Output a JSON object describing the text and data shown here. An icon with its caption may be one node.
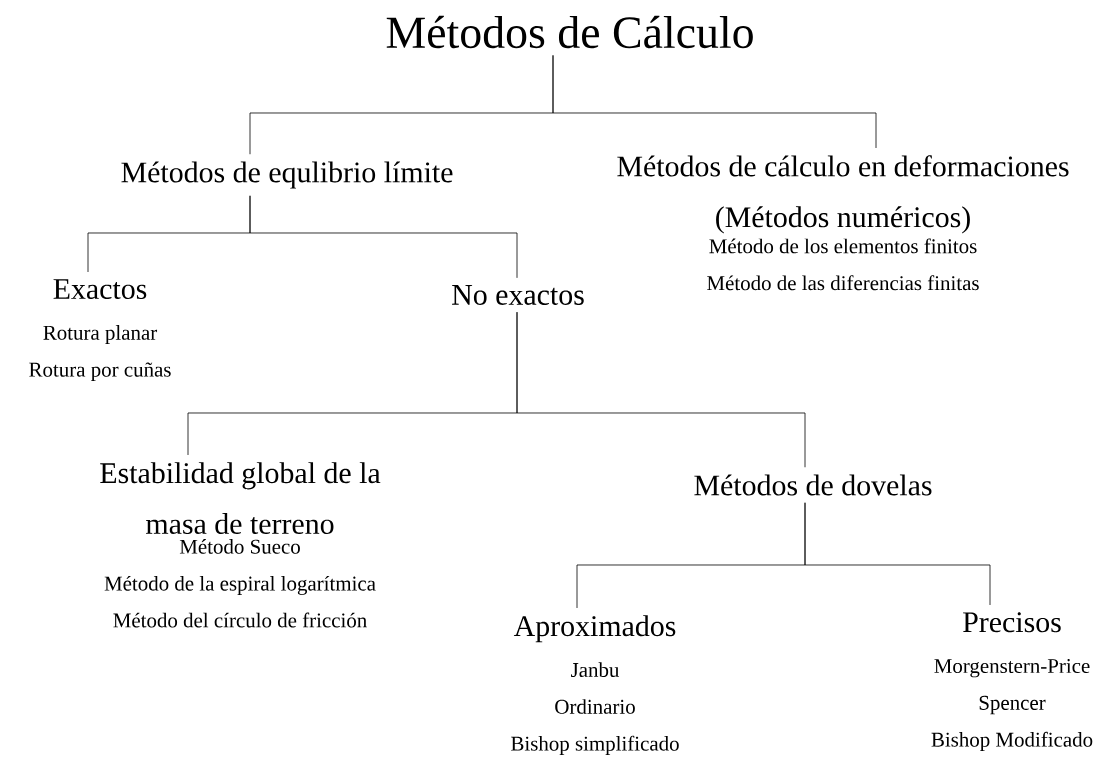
{
  "diagram": {
    "nodes": [
      {
        "text": [
          "Métodos de Cálculo"
        ]
      },
      {
        "text": [
          "Métodos de equlibrio límite"
        ]
      },
      {
        "text": [
          "Métodos de cálculo en deformaciones (Métodos numéricos)",
          "Método de los elementos finitos",
          "Método de las diferencias finitas"
        ]
      },
      {
        "text": [
          "Exactos",
          "Rotura planar",
          "Rotura por cuñas"
        ]
      },
      {
        "text": [
          "No exactos"
        ]
      },
      {
        "text": [
          "Estabilidad global de la masa de terreno",
          "Método Sueco",
          "Método de la espiral logarítmica",
          "Método del círculo de fricción"
        ]
      },
      {
        "text": [
          "Métodos de dovelas"
        ]
      },
      {
        "text": [
          "Aproximados",
          "Janbu",
          "Ordinario",
          "Bishop simplificado"
        ]
      },
      {
        "text": [
          "Precisos",
          "Morgenstern-Price",
          "Spencer",
          "Bishop Modificado"
        ]
      }
    ],
    "edges": [
      {
        "from": 0,
        "to": 1,
        "arrow": "none"
      },
      {
        "from": 0,
        "to": 2,
        "arrow": "none"
      },
      {
        "from": 1,
        "to": 3,
        "arrow": "none"
      },
      {
        "from": 1,
        "to": 4,
        "arrow": "none"
      },
      {
        "from": 4,
        "to": 5,
        "arrow": "none"
      },
      {
        "from": 4,
        "to": 6,
        "arrow": "none"
      },
      {
        "from": 6,
        "to": 7,
        "arrow": "none"
      },
      {
        "from": 6,
        "to": 8,
        "arrow": "none"
      }
    ]
  }
}
